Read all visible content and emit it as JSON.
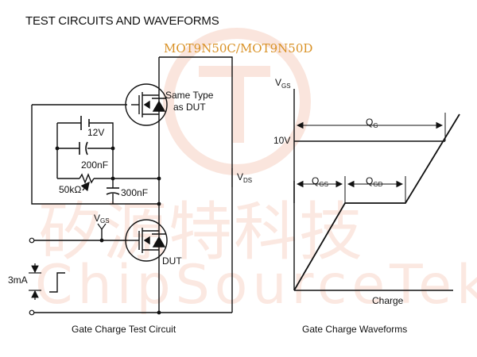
{
  "header": {
    "title": "TEST CIRCUITS AND WAVEFORMS",
    "part_number": "MOT9N50C/MOT9N50D"
  },
  "watermark": {
    "chinese": "矽源特科技",
    "english": "ChipSourceTek",
    "logo": "circular-brand-logo",
    "color": "#ec9678"
  },
  "circuit": {
    "caption": "Gate Charge Test Circuit",
    "top_mosfet": {
      "label_line1": "Same Type",
      "label_line2": "as DUT"
    },
    "battery_label": "12V",
    "capacitor_200nf": "200nF",
    "resistor_label": "50kΩ",
    "capacitor_300nf": "300nF",
    "vgs_main": "V",
    "vgs_sub": "GS",
    "vds_main": "V",
    "vds_sub": "DS",
    "dut_label": "DUT",
    "current_source_label": "3mA"
  },
  "waveform": {
    "caption": "Gate Charge Waveforms",
    "y_axis_main": "V",
    "y_axis_sub": "GS",
    "x_axis_label": "Charge",
    "level_label": "10V",
    "qg_main": "Q",
    "qg_sub": "G",
    "qgs_main": "Q",
    "qgs_sub": "GS",
    "qgd_main": "Q",
    "qgd_sub": "GD"
  }
}
